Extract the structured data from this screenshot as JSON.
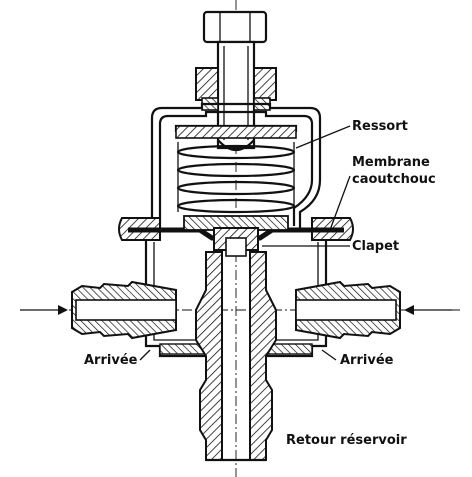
{
  "labels": {
    "ressort": "Ressort",
    "membrane_line1": "Membrane",
    "membrane_line2": "caoutchouc",
    "clapet": "Clapet",
    "arrivee_left": "Arrivée",
    "arrivee_right": "Arrivée",
    "retour": "Retour réservoir"
  },
  "colors": {
    "ink": "#111111",
    "background": "#ffffff"
  }
}
